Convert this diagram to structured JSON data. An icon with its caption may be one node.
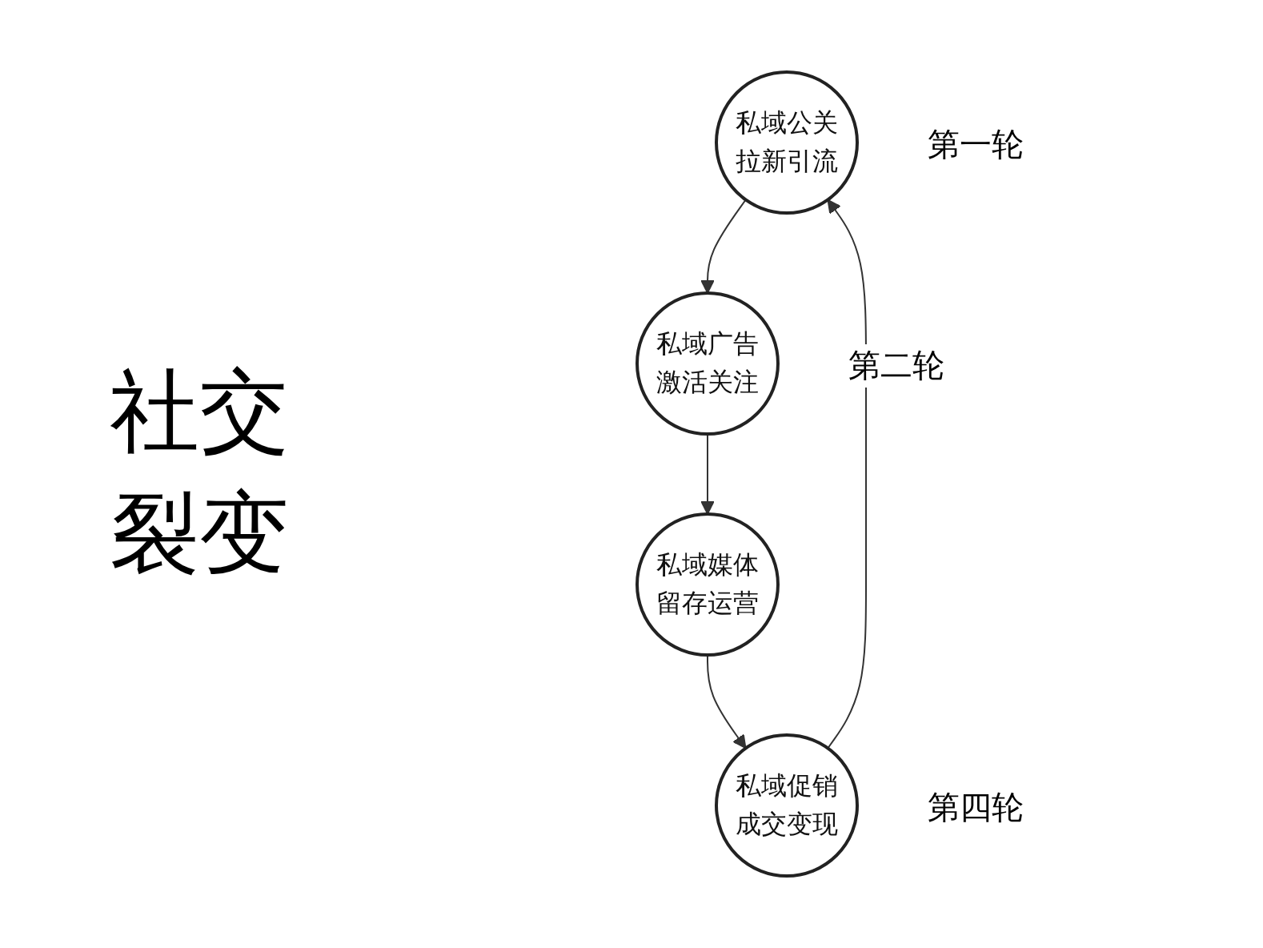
{
  "diagram": {
    "nodes": [
      {
        "text": [
          "私域公关",
          "拉新引流"
        ],
        "beside": [
          "第一轮"
        ]
      },
      {
        "text": [
          "私域广告",
          "激活关注"
        ],
        "beside": [
          "第二轮"
        ]
      },
      {
        "text": [
          "私域媒体",
          "留存运营"
        ]
      },
      {
        "text": [
          "私域促销",
          "成交变现"
        ],
        "beside": [
          "第四轮"
        ]
      }
    ],
    "edges": [
      {
        "from": 0,
        "to": 1,
        "arrow": "to"
      },
      {
        "from": 1,
        "to": 2,
        "arrow": "to"
      },
      {
        "from": 2,
        "to": 3,
        "arrow": "to"
      },
      {
        "from": 3,
        "to": 0,
        "arrow": "to"
      }
    ],
    "labels": [
      "社交裂变"
    ]
  }
}
